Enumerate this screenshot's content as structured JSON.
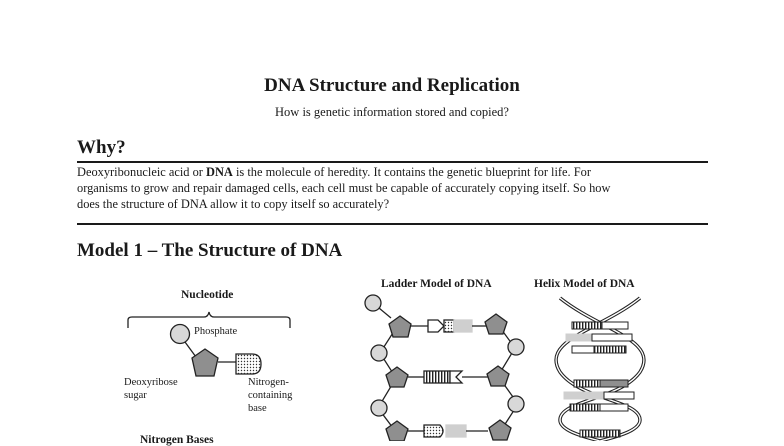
{
  "header": {
    "title": "DNA Structure and Replication",
    "subtitle": "How is genetic information stored and copied?"
  },
  "why": {
    "heading": "Why?",
    "lines": [
      [
        "Deoxyribonucleic acid or ",
        "DNA",
        " is the molecule of heredity. It contains the genetic blueprint for life. For"
      ],
      "organisms to grow and repair damaged cells, each cell must be capable of accurately copying itself. So how",
      "does the structure of DNA allow it to copy itself so accurately?"
    ]
  },
  "model1": {
    "heading": "Model 1 – The Structure of DNA",
    "nucleotide_label": "Nucleotide",
    "phosphate_label": "Phosphate",
    "sugar_label": [
      "Deoxyribose",
      "sugar"
    ],
    "base_label": [
      "Nitrogen-",
      "containing",
      "base"
    ],
    "bases_heading": "Nitrogen Bases",
    "ladder_title": "Ladder Model of DNA",
    "helix_title": "Helix Model of DNA"
  }
}
